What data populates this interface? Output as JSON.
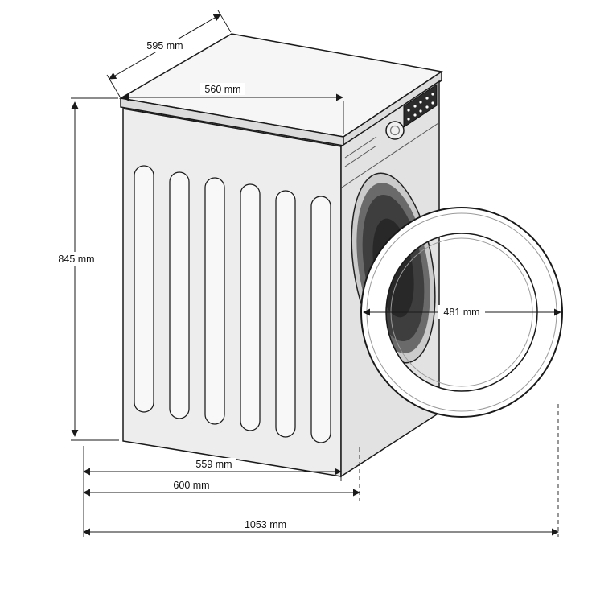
{
  "labels": {
    "d595": "595 mm",
    "d560": "560 mm",
    "d845": "845 mm",
    "d481": "481 mm",
    "d559": "559 mm",
    "d600": "600 mm",
    "d1053": "1053 mm"
  },
  "colors": {
    "outline": "#1a1a1a",
    "top_face": "#f6f6f6",
    "side_face": "#ededed",
    "front_face": "#e2e2e2",
    "display": "#2b2b2b",
    "drum_dark": "#282828",
    "seal_gray": "#cbcbcb",
    "background": "#ffffff"
  }
}
